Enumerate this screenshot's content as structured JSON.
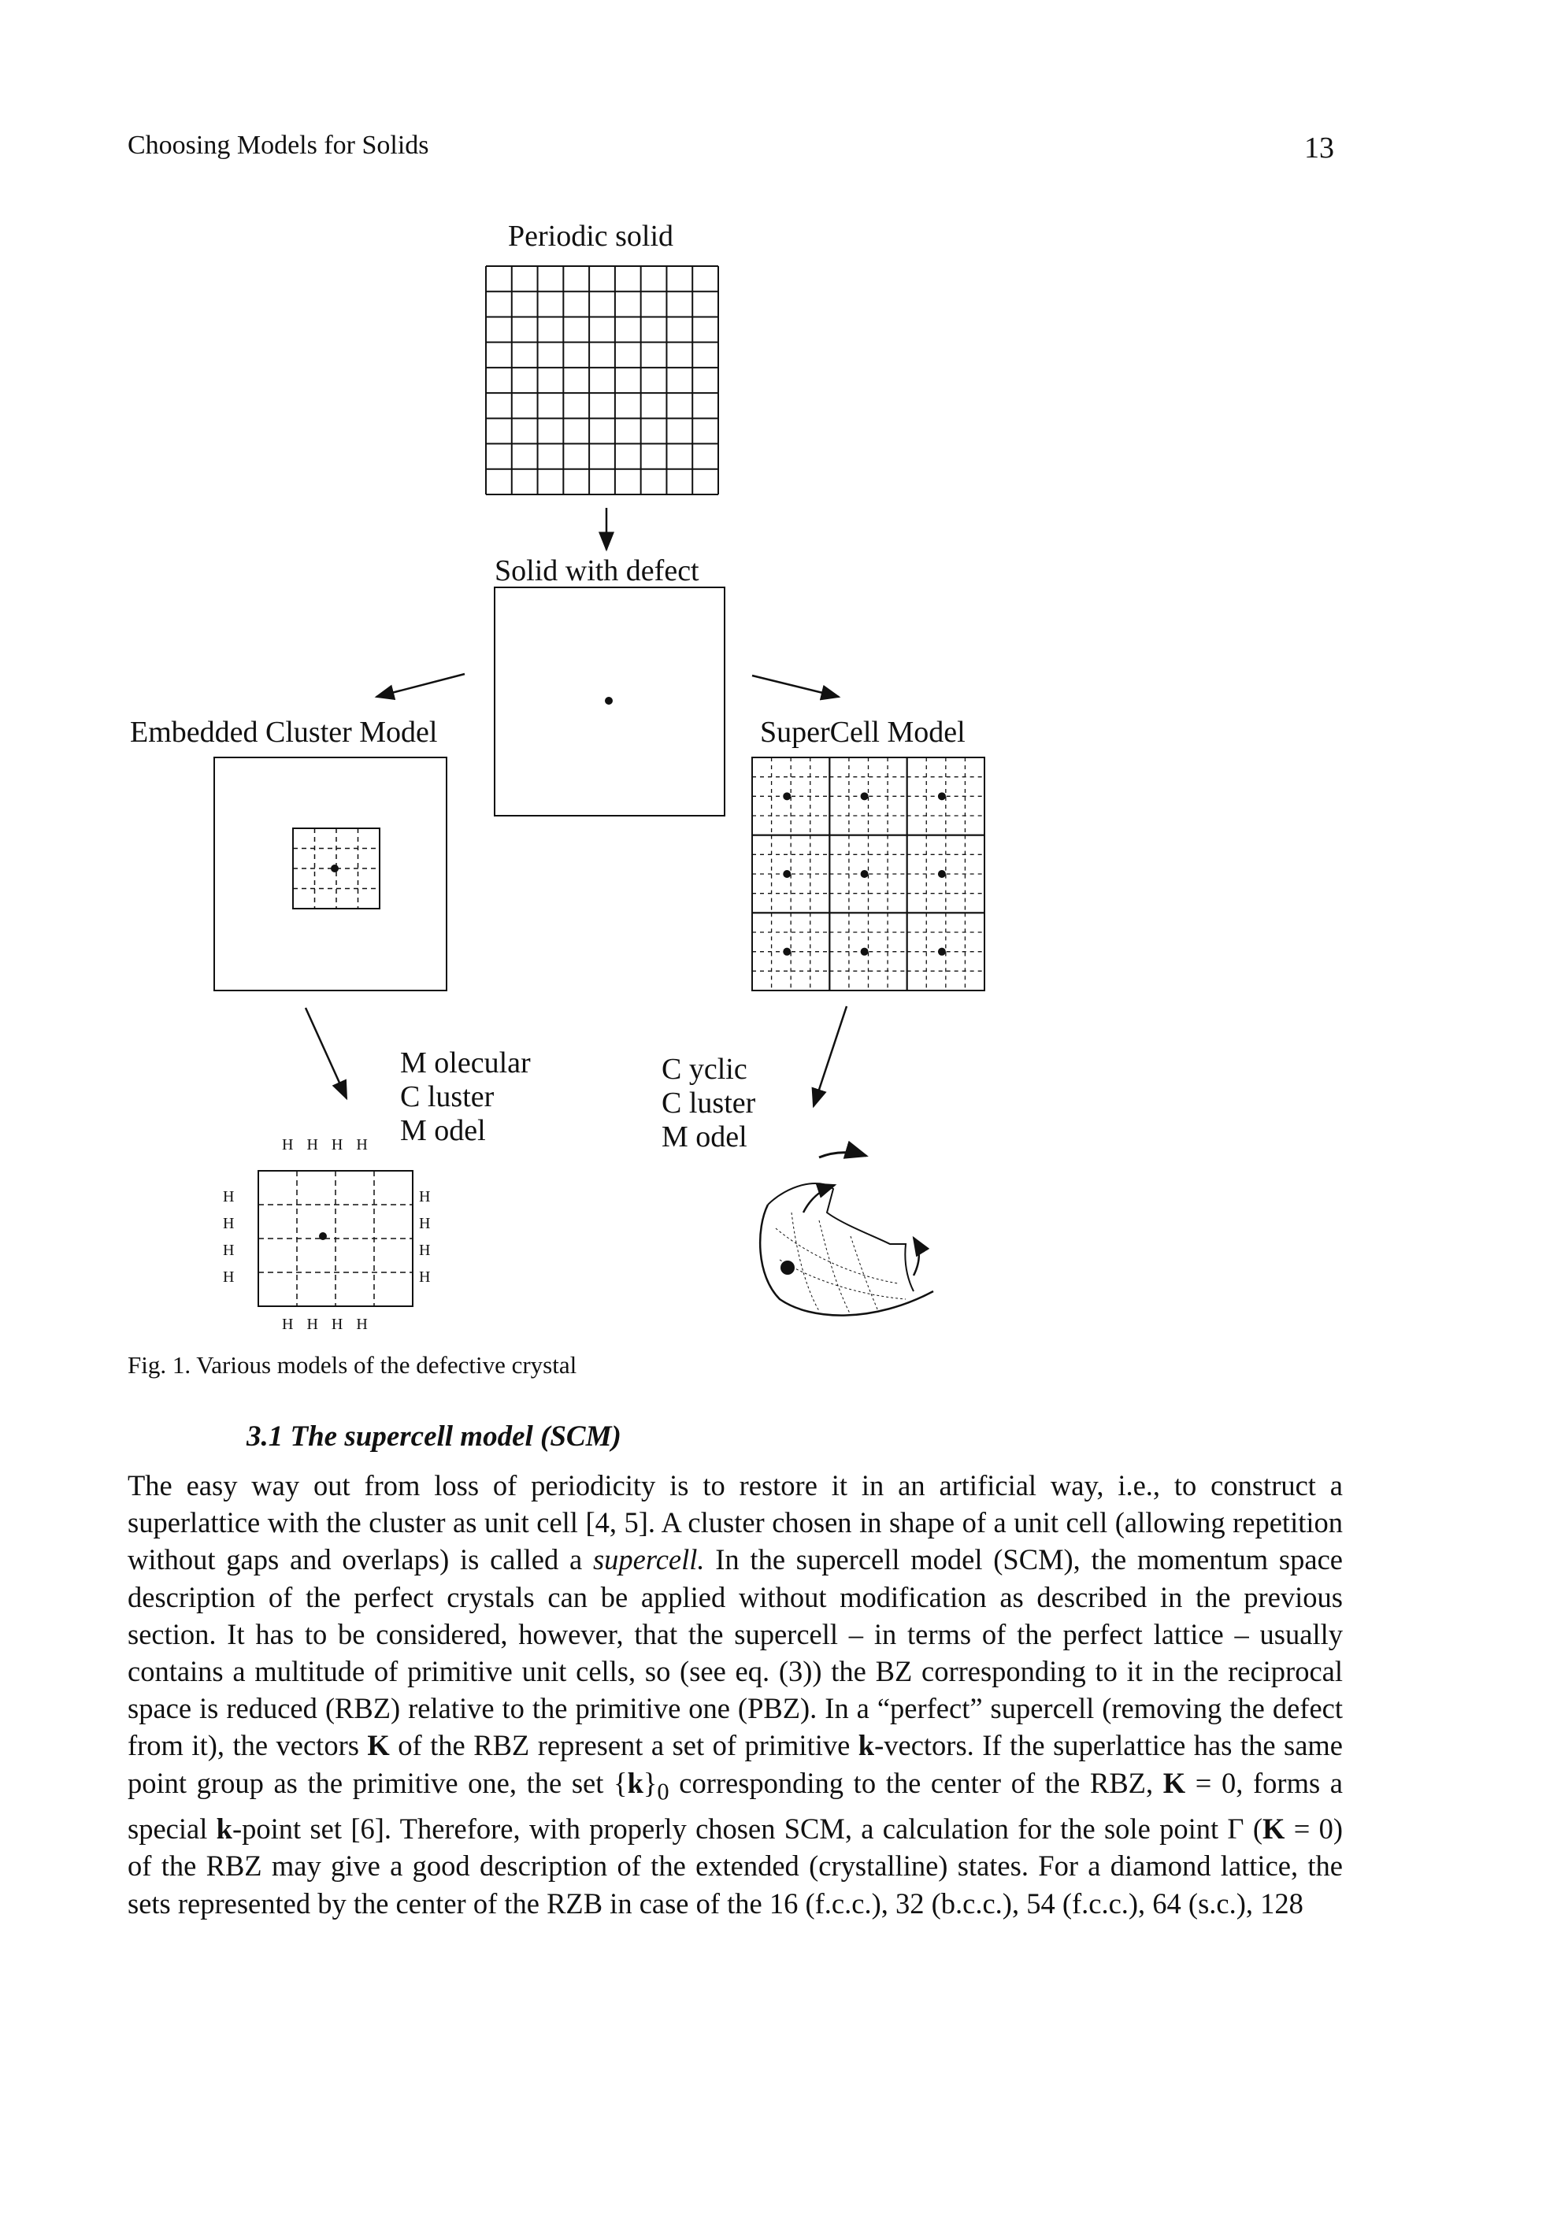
{
  "header": {
    "running_title": "Choosing Models for Solids",
    "page_number": "13"
  },
  "figure": {
    "labels": {
      "periodic_solid": "Periodic solid",
      "solid_with_defect": "Solid with defect",
      "embedded_cluster": "Embedded Cluster Model",
      "supercell": "SuperCell Model",
      "molecular_cluster": [
        "M olecular",
        "C  luster",
        "M odel"
      ],
      "cyclic_cluster": [
        "C  yclic",
        "C  luster",
        "M odel"
      ],
      "h_top": "H H H  H",
      "h_bottom": "H H H  H",
      "h_left": [
        "H",
        "H",
        "H",
        "H"
      ],
      "h_right": [
        "H",
        "H",
        "H",
        "H"
      ]
    },
    "caption": "Fig. 1. Various models of the defective crystal"
  },
  "section": {
    "heading": "3.1  The supercell model (SCM)"
  },
  "body": {
    "p1": "The easy way out from loss of periodicity is to restore it in an artificial way, i.e., to construct a superlattice with the cluster as unit cell [4, 5]. A cluster chosen in shape of a unit cell (allowing repetition without gaps and overlaps) is called a ",
    "p1_em": "supercell.",
    "p2": " In the supercell model (SCM), the momentum space description of the perfect crystals can be applied without modification as described in the previous section. It has to be considered, however, that the supercell – in terms of the perfect lattice – usually contains a multitude of primitive unit cells, so (see eq. (3)) the BZ corresponding to it in the reciprocal space is reduced (RBZ) relative to the primitive one (PBZ). In a “perfect” supercell (removing the defect from it), the vectors ",
    "K1": "K",
    "p3": " of the RBZ represent a set of primitive ",
    "k1": "k",
    "p4": "-vectors. If the superlattice has the same point group as the primitive one, the set {",
    "k2": "k",
    "p5": "}",
    "sub0": "0",
    "p6": " corresponding to the center of the RBZ, ",
    "K2": "K",
    "p7": " = 0, forms a special ",
    "k3": "k",
    "p8": "-point set [6]. Therefore, with properly chosen SCM, a calculation for the sole point Γ (",
    "K3": "K",
    "p9": " = 0) of the RBZ may give a good description of the extended (crystalline) states. For a diamond lattice, the sets represented by the center of the RZB in case of the 16 (f.c.c.), 32 (b.c.c.), 54 (f.c.c.), 64 (s.c.), 128"
  }
}
